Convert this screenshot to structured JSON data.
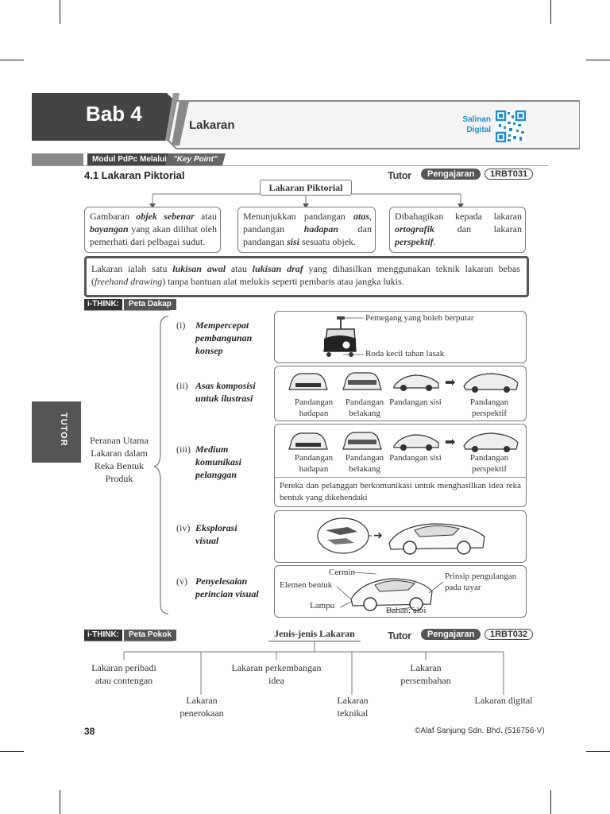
{
  "header": {
    "chapter": "Bab 4",
    "title": "Lakaran",
    "digital_line1": "Salinan",
    "digital_line2": "Digital"
  },
  "module": {
    "prefix": "Modul PdPc Melalui",
    "key": "\"Key Point\""
  },
  "section": {
    "heading": "4.1 Lakaran Piktorial",
    "tutor_label": "Tutor",
    "tutor_sub": "Pengajaran",
    "code": "1RBT031",
    "center_box": "Lakaran Piktorial"
  },
  "cards": [
    {
      "parts": [
        "Gambaran ",
        "objek sebenar",
        " atau ",
        "bayangan",
        " yang akan dilihat oleh pemerhati dari pelbagai sudut."
      ]
    },
    {
      "parts": [
        "Menunjukkan pandangan ",
        "atas",
        ", pandangan ",
        "hadapan",
        " dan pandangan ",
        "sisi",
        " sesuatu objek."
      ]
    },
    {
      "parts": [
        "Dibahagikan kepada lakaran ",
        "ortografik",
        " dan lakaran ",
        "perspektif",
        "."
      ]
    }
  ],
  "definition": {
    "parts": [
      "Lakaran ialah satu ",
      "lukisan awal",
      " atau ",
      "lukisan draf",
      " yang dihasilkan menggunakan teknik lakaran bebas (",
      "freehand drawing",
      ") tanpa bantuan alat melukis seperti pembaris atau jangka lukis."
    ]
  },
  "ithink1": {
    "prefix": "i-THINK:",
    "label": "Peta Dakap"
  },
  "side_tab": "TUTOR",
  "main_topic": "Peranan Utama Lakaran dalam Reka Bentuk Produk",
  "roles": [
    {
      "num": "(i)",
      "title": "Mempercepat pembangunan konsep"
    },
    {
      "num": "(ii)",
      "title": "Asas komposisi untuk ilustrasi"
    },
    {
      "num": "(iii)",
      "title": "Medium komunikasi pelanggan"
    },
    {
      "num": "(iv)",
      "title": "Eksplorasi visual"
    },
    {
      "num": "(v)",
      "title": "Penyelesaian perincian visual"
    }
  ],
  "role1_labels": {
    "top": "Pemegang yang boleh berputar",
    "bottom": "Roda kecil tahan lasak"
  },
  "views": [
    "Pandangan hadapan",
    "Pandangan belakang",
    "Pandangan sisi",
    "Pandangan perspektif"
  ],
  "role3_note": "Pereka dan pelanggan berkomunikasi untuk menghasilkan idea reka bentuk yang dikehendaki",
  "role5_labels": {
    "cermin": "Cermin",
    "elemen": "Elemen bentuk",
    "lampu": "Lampu",
    "prinsip": "Prinsip pengulangan pada tayar",
    "bahan": "Bahan: aloi"
  },
  "ithink2": {
    "prefix": "i-THINK:",
    "label": "Peta Pokok"
  },
  "tree": {
    "root": "Jenis-jenis Lakaran",
    "tutor_label": "Tutor",
    "tutor_sub": "Pengajaran",
    "code": "1RBT032",
    "upper": [
      "Lakaran peribadi atau contengan",
      "Lakaran perkembangan idea",
      "Lakaran persembahan"
    ],
    "lower": [
      "Lakaran penerokaan",
      "Lakaran teknikal",
      "Lakaran digital"
    ]
  },
  "footer": {
    "page": "38",
    "copyright": "Alaf Sanjung Sdn. Bhd. (516756-V)"
  }
}
